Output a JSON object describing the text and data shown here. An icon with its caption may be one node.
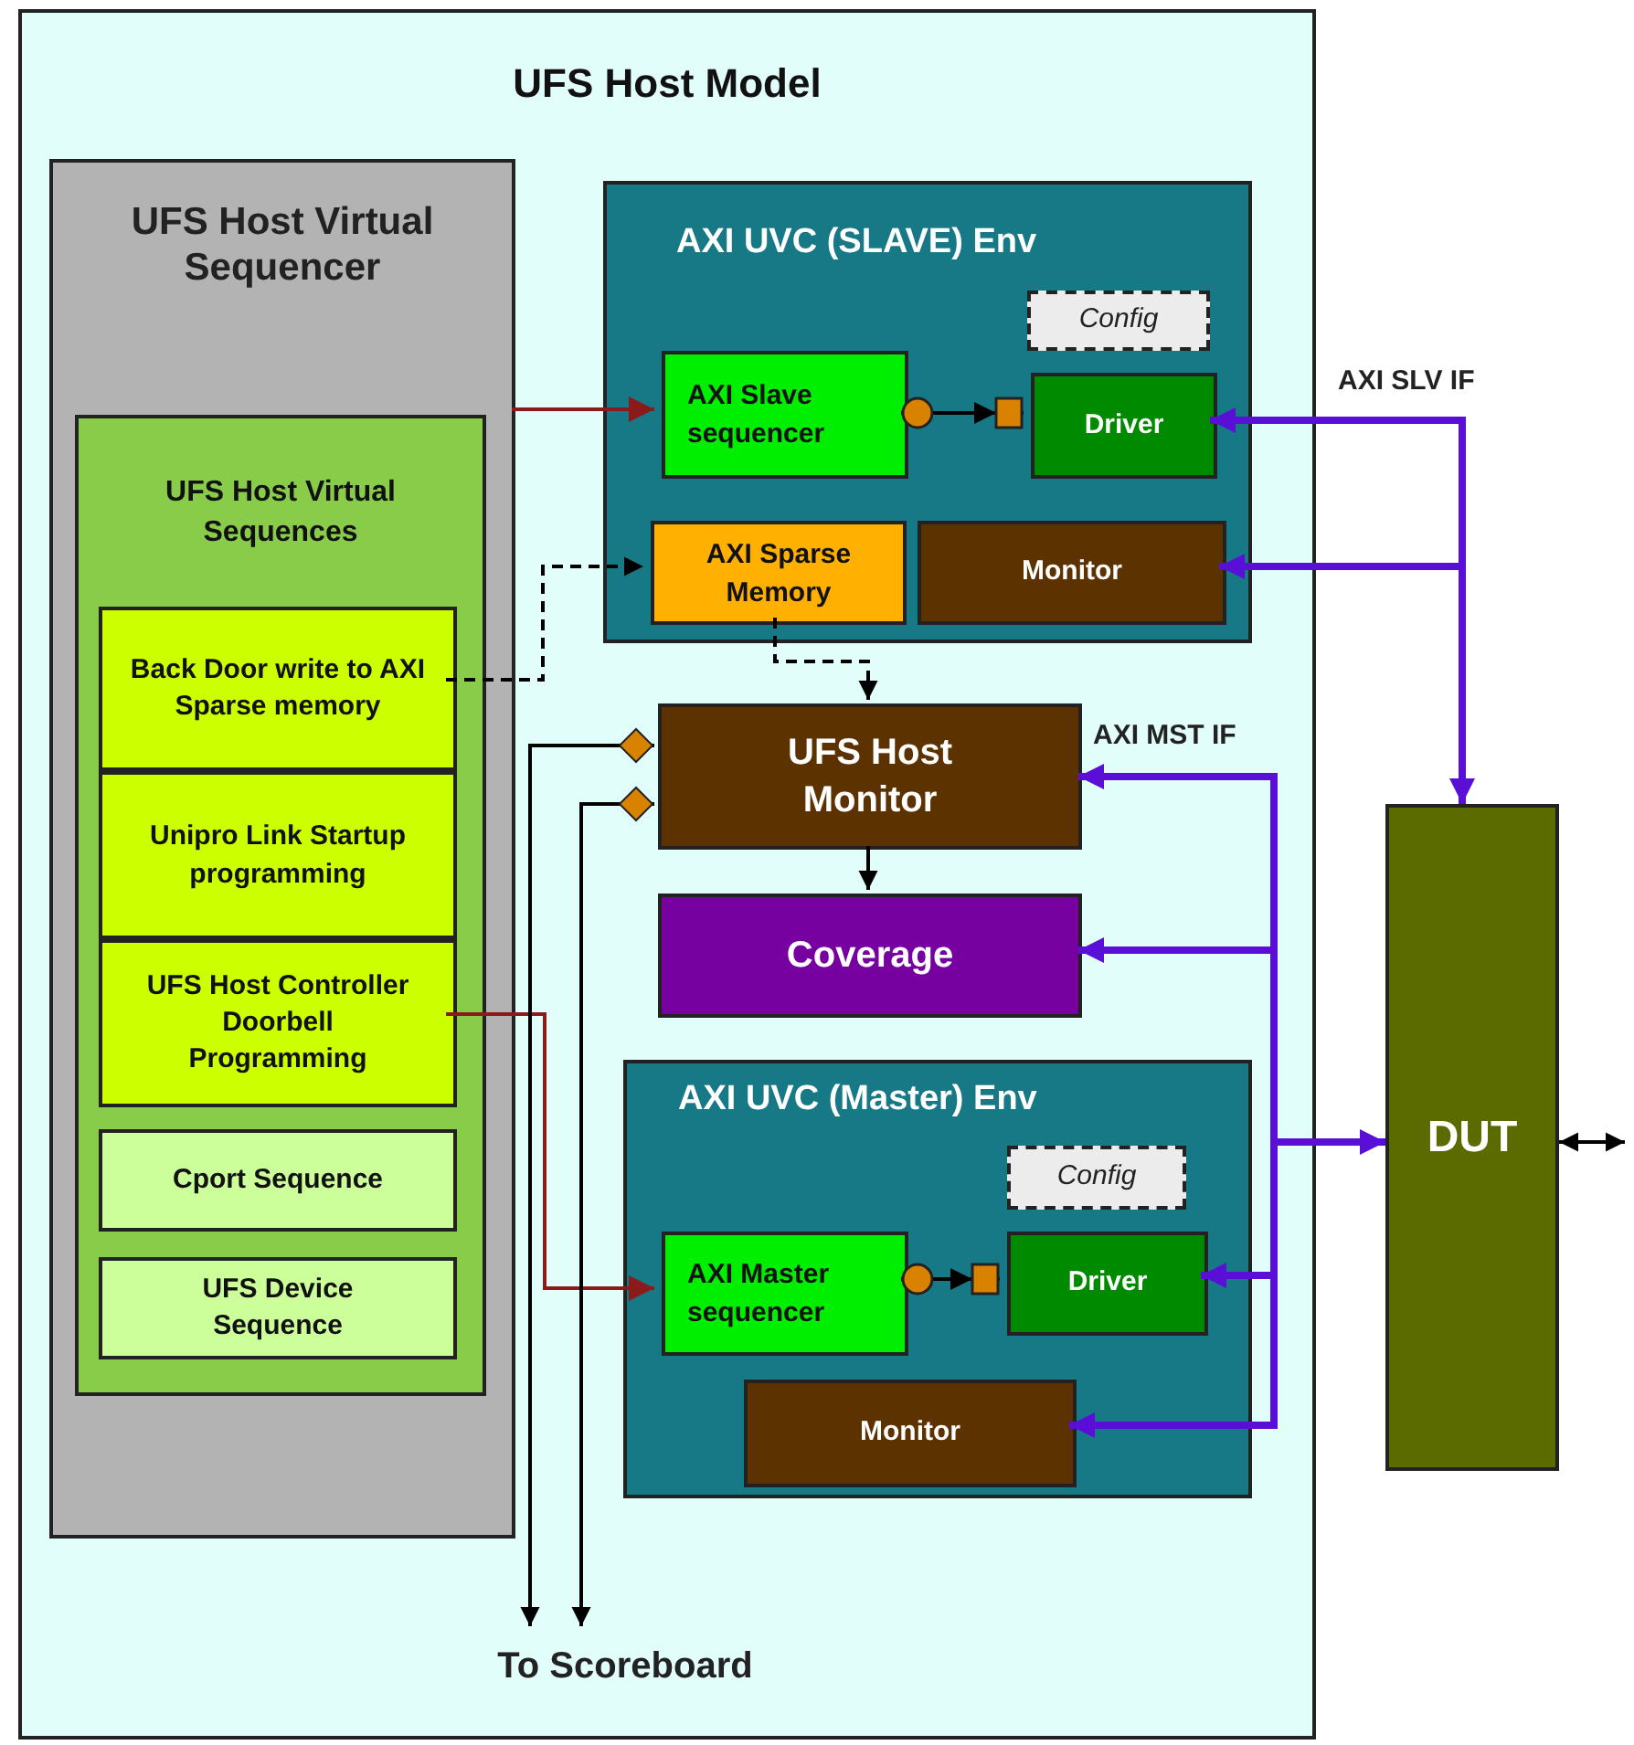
{
  "diagram": {
    "nodes": [
      {
        "text": [
          "UFS Host Model"
        ]
      },
      {
        "text": [
          "UFS Host Virtual Sequencer"
        ],
        "in": 0
      },
      {
        "text": [
          "UFS Host Virtual Sequences"
        ],
        "in": 1
      },
      {
        "text": [
          "Back Door write to AXI Sparse memory"
        ],
        "in": 2
      },
      {
        "text": [
          "Unipro Link Startup programming"
        ],
        "in": 2
      },
      {
        "text": [
          "UFS Host Controller Doorbell Programming"
        ],
        "in": 2
      },
      {
        "text": [
          "Cport Sequence"
        ],
        "in": 2
      },
      {
        "text": [
          "UFS Device Sequence"
        ],
        "in": 2
      },
      {
        "text": [
          "AXI UVC (SLAVE) Env"
        ],
        "in": 0
      },
      {
        "text": [
          "Config"
        ],
        "in": 8
      },
      {
        "text": [
          "AXI Slave sequencer"
        ],
        "in": 8
      },
      {
        "text": [
          "Driver"
        ],
        "in": 8
      },
      {
        "text": [
          "AXI Sparse Memory"
        ],
        "in": 8
      },
      {
        "text": [
          "Monitor"
        ],
        "in": 8
      },
      {
        "text": [
          "UFS Host Monitor"
        ],
        "in": 0
      },
      {
        "text": [
          "Coverage"
        ],
        "in": 0
      },
      {
        "text": [
          "AXI UVC (Master) Env"
        ],
        "in": 0
      },
      {
        "text": [
          "Config"
        ],
        "in": 16
      },
      {
        "text": [
          "AXI Master sequencer"
        ],
        "in": 16
      },
      {
        "text": [
          "Driver"
        ],
        "in": 16
      },
      {
        "text": [
          "Monitor"
        ],
        "in": 16
      },
      {
        "text": [
          "DUT"
        ]
      },
      {
        "text": [
          "To Scoreboard"
        ],
        "in": 0
      }
    ],
    "edges": [
      {
        "from": 1,
        "to": 10,
        "arrow": "to",
        "color": "#8b1a1a"
      },
      {
        "from": 5,
        "to": 18,
        "arrow": "to",
        "color": "#8b1a1a"
      },
      {
        "from": 3,
        "to": 12,
        "arrow": "to",
        "style": "dashed"
      },
      {
        "from": 12,
        "to": 14,
        "arrow": "to",
        "style": "dashed"
      },
      {
        "from": 10,
        "to": 11,
        "arrow": "to"
      },
      {
        "from": 18,
        "to": 19,
        "arrow": "to"
      },
      {
        "from": 14,
        "to": 15,
        "arrow": "to"
      },
      {
        "from": 14,
        "to": 22,
        "arrow": "to"
      },
      {
        "from": 14,
        "to": 22,
        "arrow": "to"
      },
      {
        "from": 11,
        "to": 21,
        "arrow": "both",
        "style": "thick",
        "color": "#5a0fd6"
      },
      {
        "from": 21,
        "to": 13,
        "arrow": "to",
        "style": "thick",
        "color": "#5a0fd6"
      },
      {
        "from": 19,
        "to": 21,
        "arrow": "both",
        "style": "thick",
        "color": "#5a0fd6"
      },
      {
        "from": 21,
        "to": 14,
        "arrow": "to",
        "style": "thick",
        "color": "#5a0fd6"
      },
      {
        "from": 21,
        "to": 15,
        "arrow": "to",
        "style": "thick",
        "color": "#5a0fd6"
      },
      {
        "from": 21,
        "to": 20,
        "arrow": "to",
        "style": "thick",
        "color": "#5a0fd6"
      },
      {
        "from": 21,
        "to": null,
        "arrow": "both"
      }
    ],
    "labels": [
      "AXI SLV IF",
      "AXI MST IF"
    ]
  }
}
